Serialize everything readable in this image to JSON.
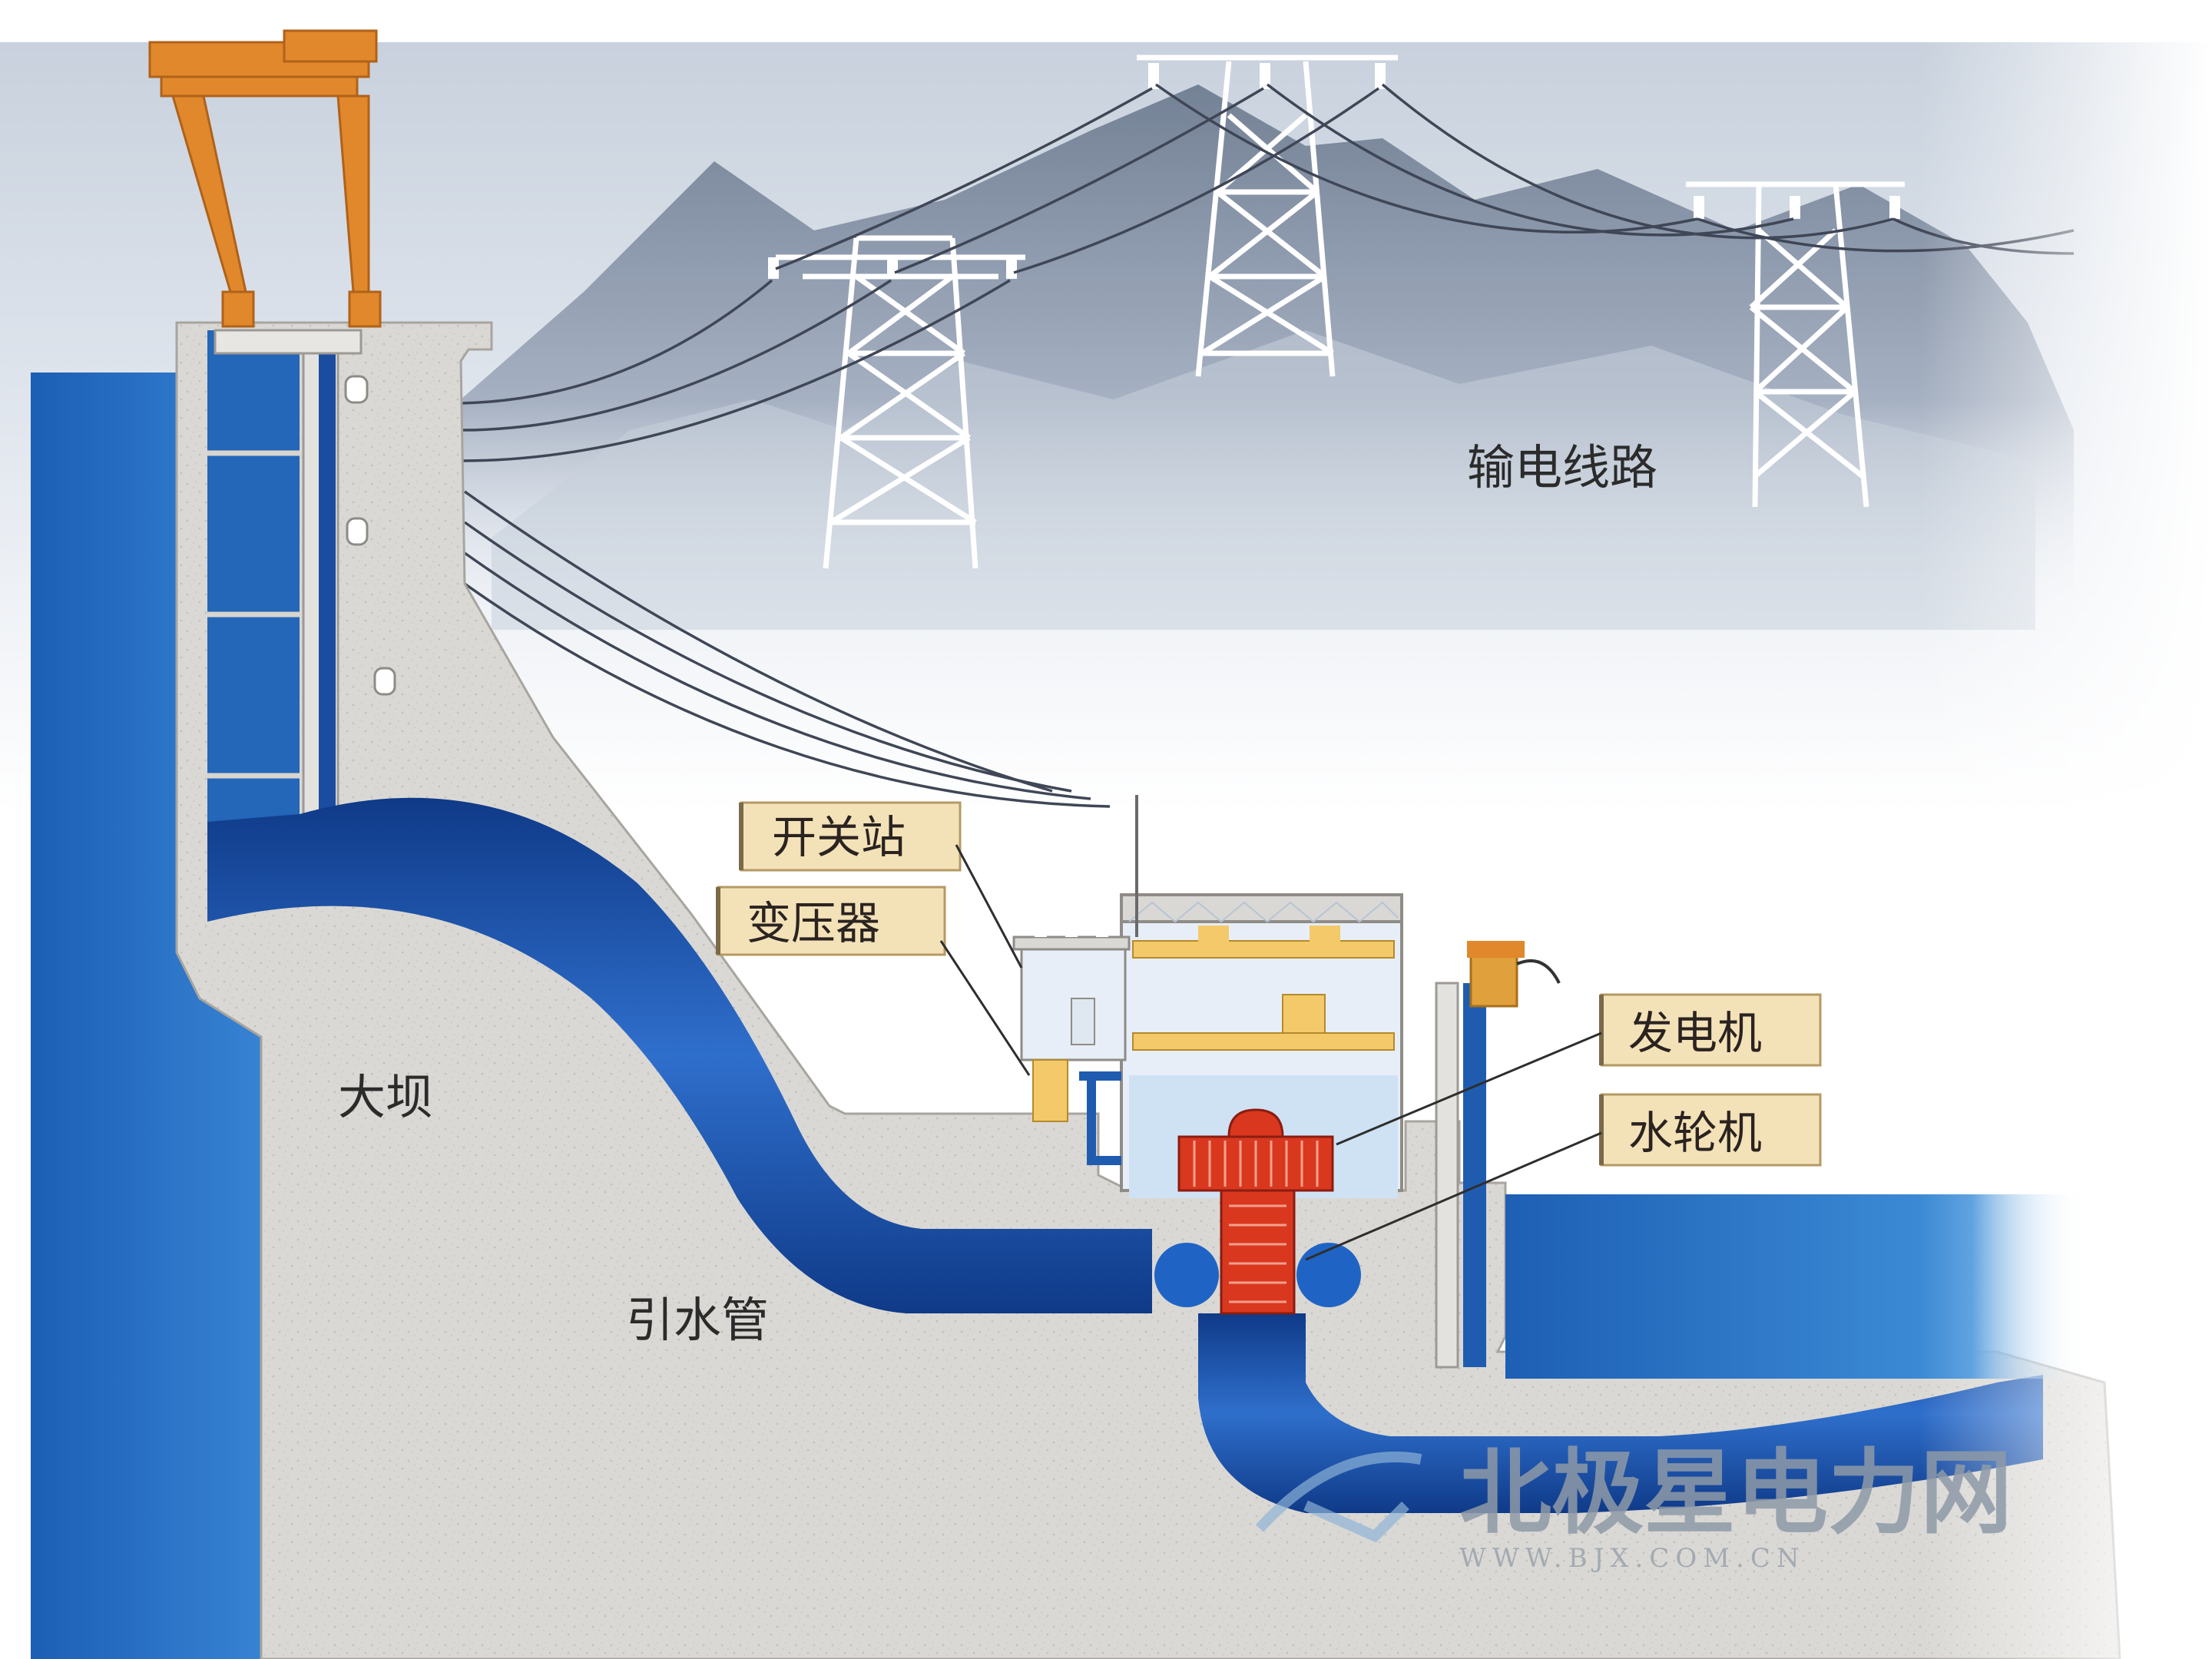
{
  "labels": {
    "transmission_line": "输电线路",
    "switchyard": "开关站",
    "transformer": "变压器",
    "generator": "发电机",
    "turbine": "水轮机",
    "dam": "大坝",
    "penstock": "引水管"
  },
  "watermark": {
    "brand": "北极星电力网",
    "url": "WWW.BJX.COM.CN"
  },
  "colors": {
    "water": "#2a6fc0",
    "water_dark": "#123e8c",
    "concrete": "#d9d7d3",
    "crane": "#e0882b",
    "turbine": "#d9381f",
    "tag_fill": "#f3e2b8",
    "sky": "#aab6c8"
  }
}
